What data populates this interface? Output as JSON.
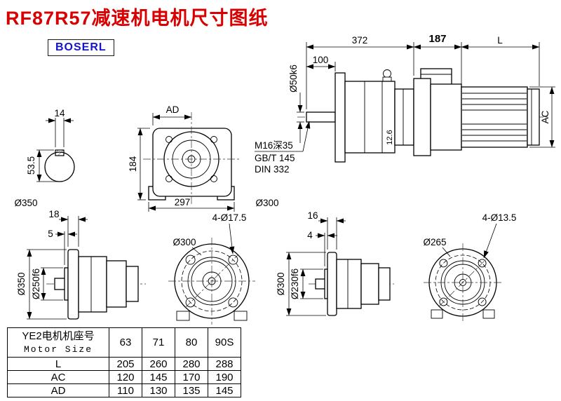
{
  "title": "RF87R57减速机电机尺寸图纸",
  "logo": "BOSERL",
  "side_view": {
    "dim_372": "372",
    "dim_187": "187",
    "dim_L": "L",
    "dim_100": "100",
    "dim_shaft_dia": "Ø50k6",
    "dim_AC": "AC",
    "dim_12_6": "12.6",
    "note_thread": "M16深35",
    "note_gb": "GB/T 145",
    "note_din": "DIN 332",
    "label_o300": "Ø300"
  },
  "shaft_section": {
    "dim_14": "14",
    "dim_53_5": "53.5",
    "label_o350": "Ø350"
  },
  "front_view": {
    "dim_AD": "AD",
    "dim_184": "184",
    "dim_297": "297"
  },
  "flange_a_side": {
    "dim_18": "18",
    "dim_5": "5",
    "dim_o350": "Ø350",
    "dim_o250": "Ø250f6"
  },
  "flange_a_front": {
    "label_o300": "Ø300",
    "label_holes": "4-Ø17.5"
  },
  "flange_b_side": {
    "dim_16": "16",
    "dim_4": "4",
    "dim_o300": "Ø300",
    "dim_o230": "Ø230f6"
  },
  "flange_b_front": {
    "label_o265": "Ø265",
    "label_holes": "4-Ø13.5"
  },
  "table": {
    "header_label_cn": "YE2电机机座号",
    "header_label_en": "Motor Size",
    "motor_sizes": [
      "63",
      "71",
      "80",
      "90S"
    ],
    "rows": [
      {
        "label": "L",
        "values": [
          "205",
          "260",
          "280",
          "288"
        ]
      },
      {
        "label": "AC",
        "values": [
          "120",
          "145",
          "170",
          "190"
        ]
      },
      {
        "label": "AD",
        "values": [
          "110",
          "130",
          "135",
          "145"
        ]
      }
    ]
  }
}
